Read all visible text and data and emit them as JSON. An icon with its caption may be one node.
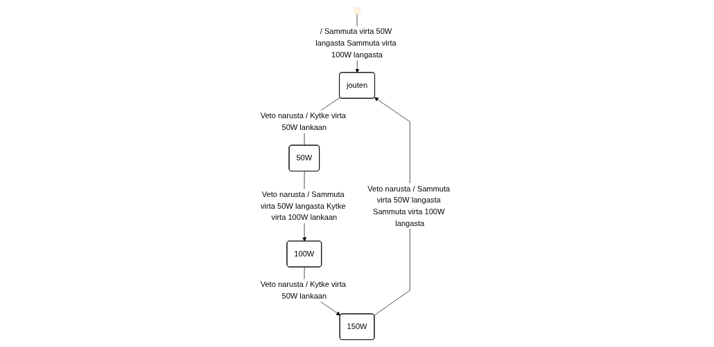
{
  "diagram": {
    "nodes": [
      {
        "text": [],
        "shape": "circle"
      },
      {
        "text": [
          "jouten"
        ]
      },
      {
        "text": [
          "150W"
        ]
      },
      {
        "text": [
          "50W"
        ]
      },
      {
        "text": [
          "100W"
        ]
      }
    ],
    "edges": [
      {
        "from": 0,
        "to": 1,
        "arrow": "to",
        "label": "/ Sammuta virta 50W langasta Sammuta virta 100W langasta"
      },
      {
        "from": 2,
        "to": 1,
        "arrow": "to",
        "label": "Veto narusta / Sammuta virta 50W langasta Sammuta virta 100W langasta"
      },
      {
        "from": 1,
        "to": 3,
        "arrow": "none",
        "label": "Veto narusta / Kytke virta 50W lankaan"
      },
      {
        "from": 3,
        "to": 4,
        "arrow": "to",
        "label": "Veto narusta / Sammuta virta 50W langasta Kytke virta 100W lankaan"
      },
      {
        "from": 4,
        "to": 2,
        "arrow": "to",
        "label": "Veto narusta / Kytke virta 50W lankaan"
      }
    ]
  }
}
